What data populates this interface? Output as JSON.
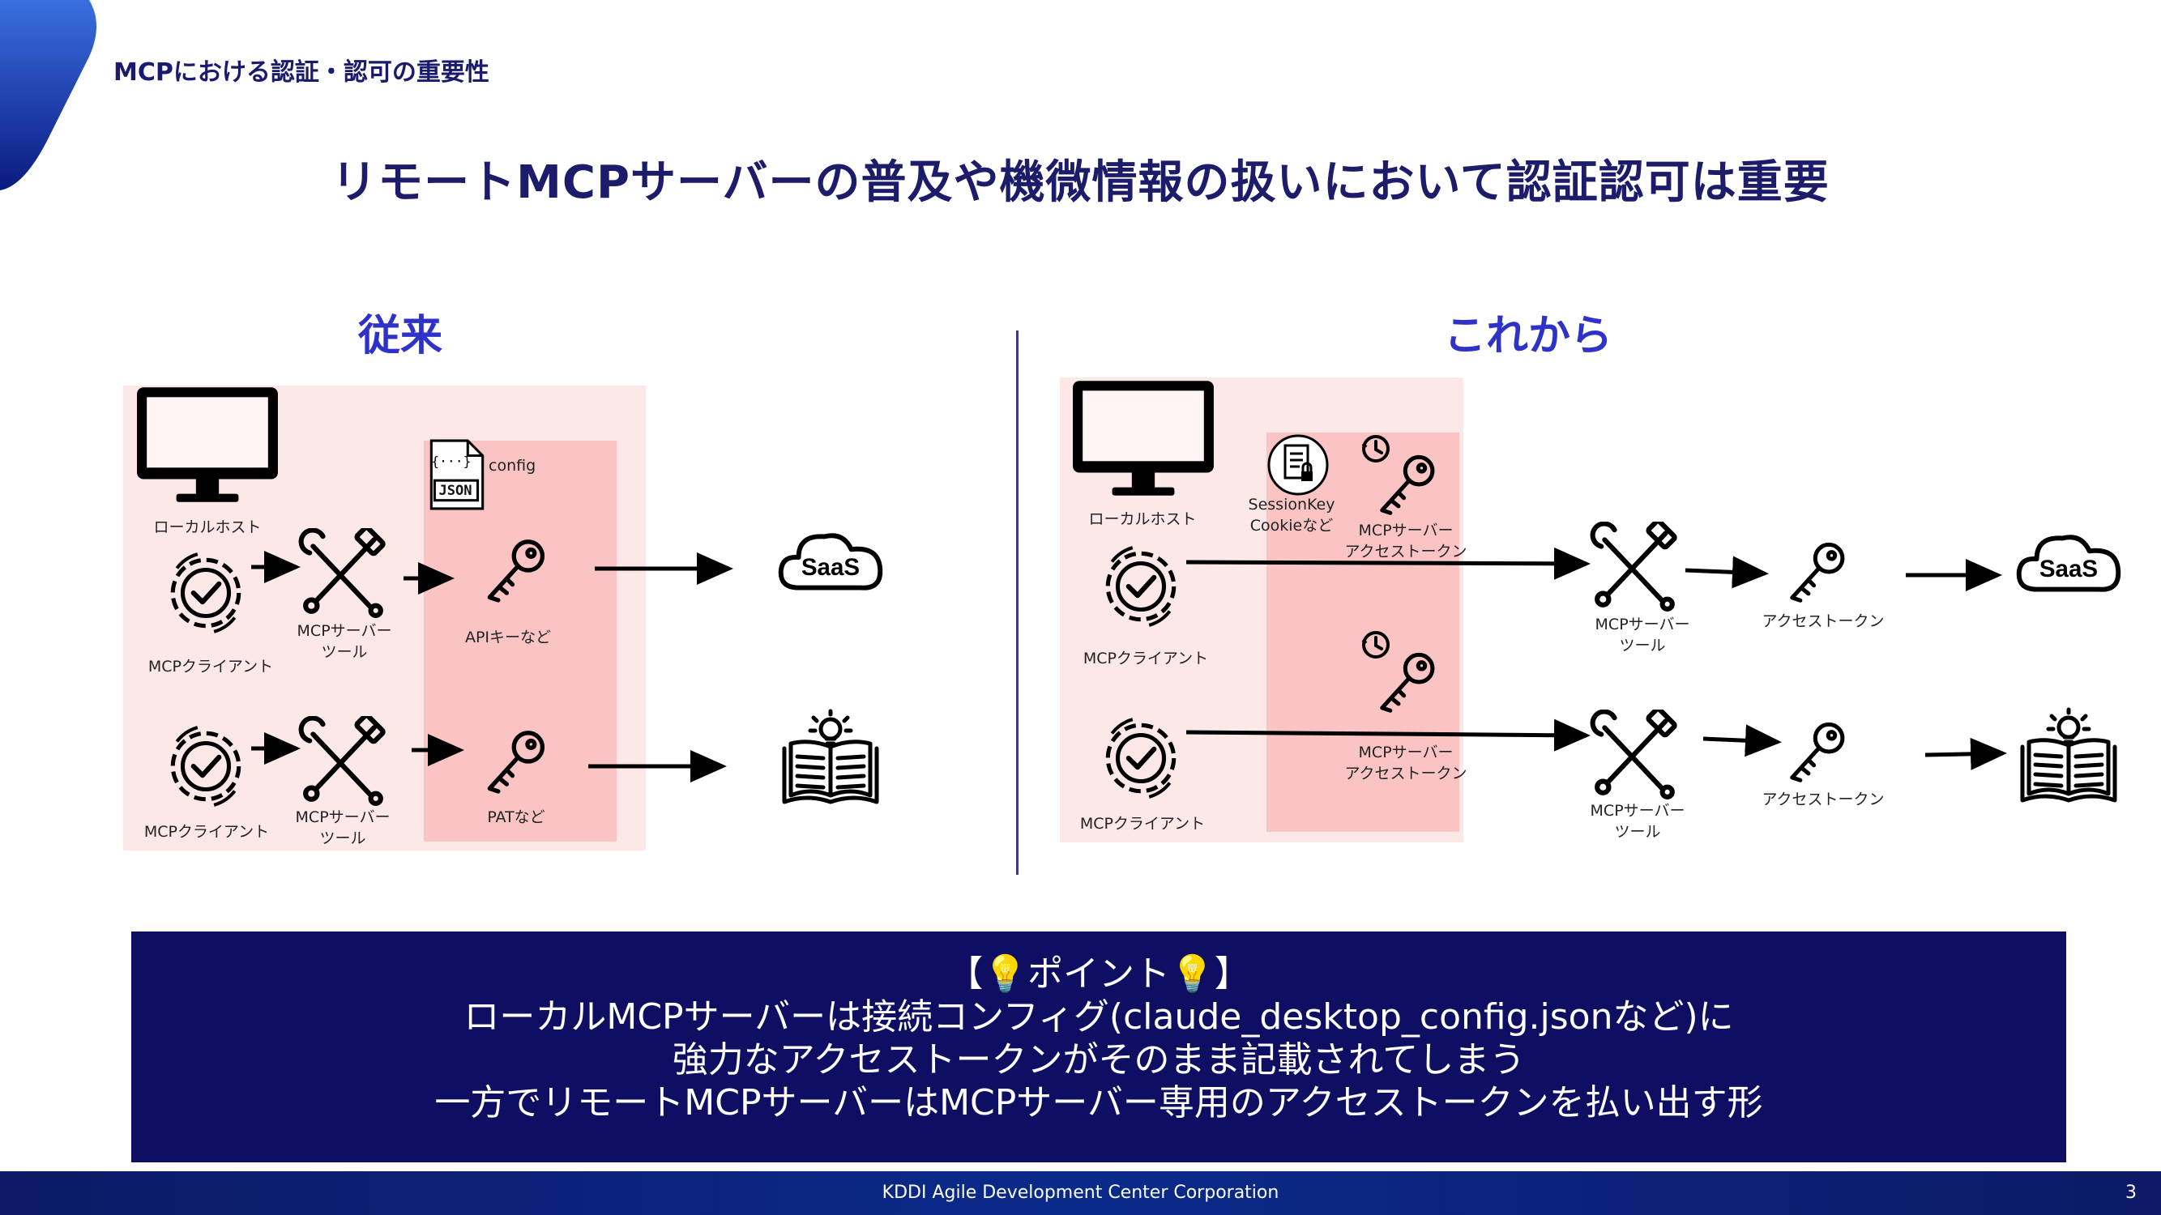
{
  "header": {
    "section_label": "MCPにおける認証・認可の重要性",
    "title": "リモートMCPサーバーの普及や機微情報の扱いにおいて認証認可は重要"
  },
  "left": {
    "heading": "従来",
    "localhost_label": "ローカルホスト",
    "config_label": "config",
    "json_badge": "JSON",
    "client1_label": "MCPクライアント",
    "client2_label": "MCPクライアント",
    "server1_label_line1": "MCPサーバー",
    "server1_label_line2": "ツール",
    "server2_label_line1": "MCPサーバー",
    "server2_label_line2": "ツール",
    "key1_label": "APIキーなど",
    "key2_label": "PATなど",
    "saas_label": "SaaS"
  },
  "right": {
    "heading": "これから",
    "localhost_label": "ローカルホスト",
    "session_label_line1": "SessionKey",
    "session_label_line2": "Cookieなど",
    "token1_label_line1": "MCPサーバー",
    "token1_label_line2": "アクセストークン",
    "token2_label_line1": "MCPサーバー",
    "token2_label_line2": "アクセストークン",
    "client1_label": "MCPクライアント",
    "client2_label": "MCPクライアント",
    "server1_label_line1": "MCPサーバー",
    "server1_label_line2": "ツール",
    "server2_label_line1": "MCPサーバー",
    "server2_label_line2": "ツール",
    "access1_label": "アクセストークン",
    "access2_label": "アクセストークン",
    "saas_label": "SaaS"
  },
  "point": {
    "line1": "【💡ポイント💡】",
    "line2": "ローカルMCPサーバーは接続コンフィグ(claude_desktop_config.jsonなど)に",
    "line3": "強力なアクセストークンがそのまま記載されてしまう",
    "line4": "一方でリモートMCPサーバーはMCPサーバー専用のアクセストークンを払い出す形"
  },
  "footer": {
    "company": "KDDI Agile Development Center Corporation",
    "page": "3"
  },
  "colors": {
    "navy": "#0e0f63",
    "heading_blue": "#2e32c8",
    "panel_light": "#fde8e8",
    "panel_dark": "#fbc4c4"
  }
}
